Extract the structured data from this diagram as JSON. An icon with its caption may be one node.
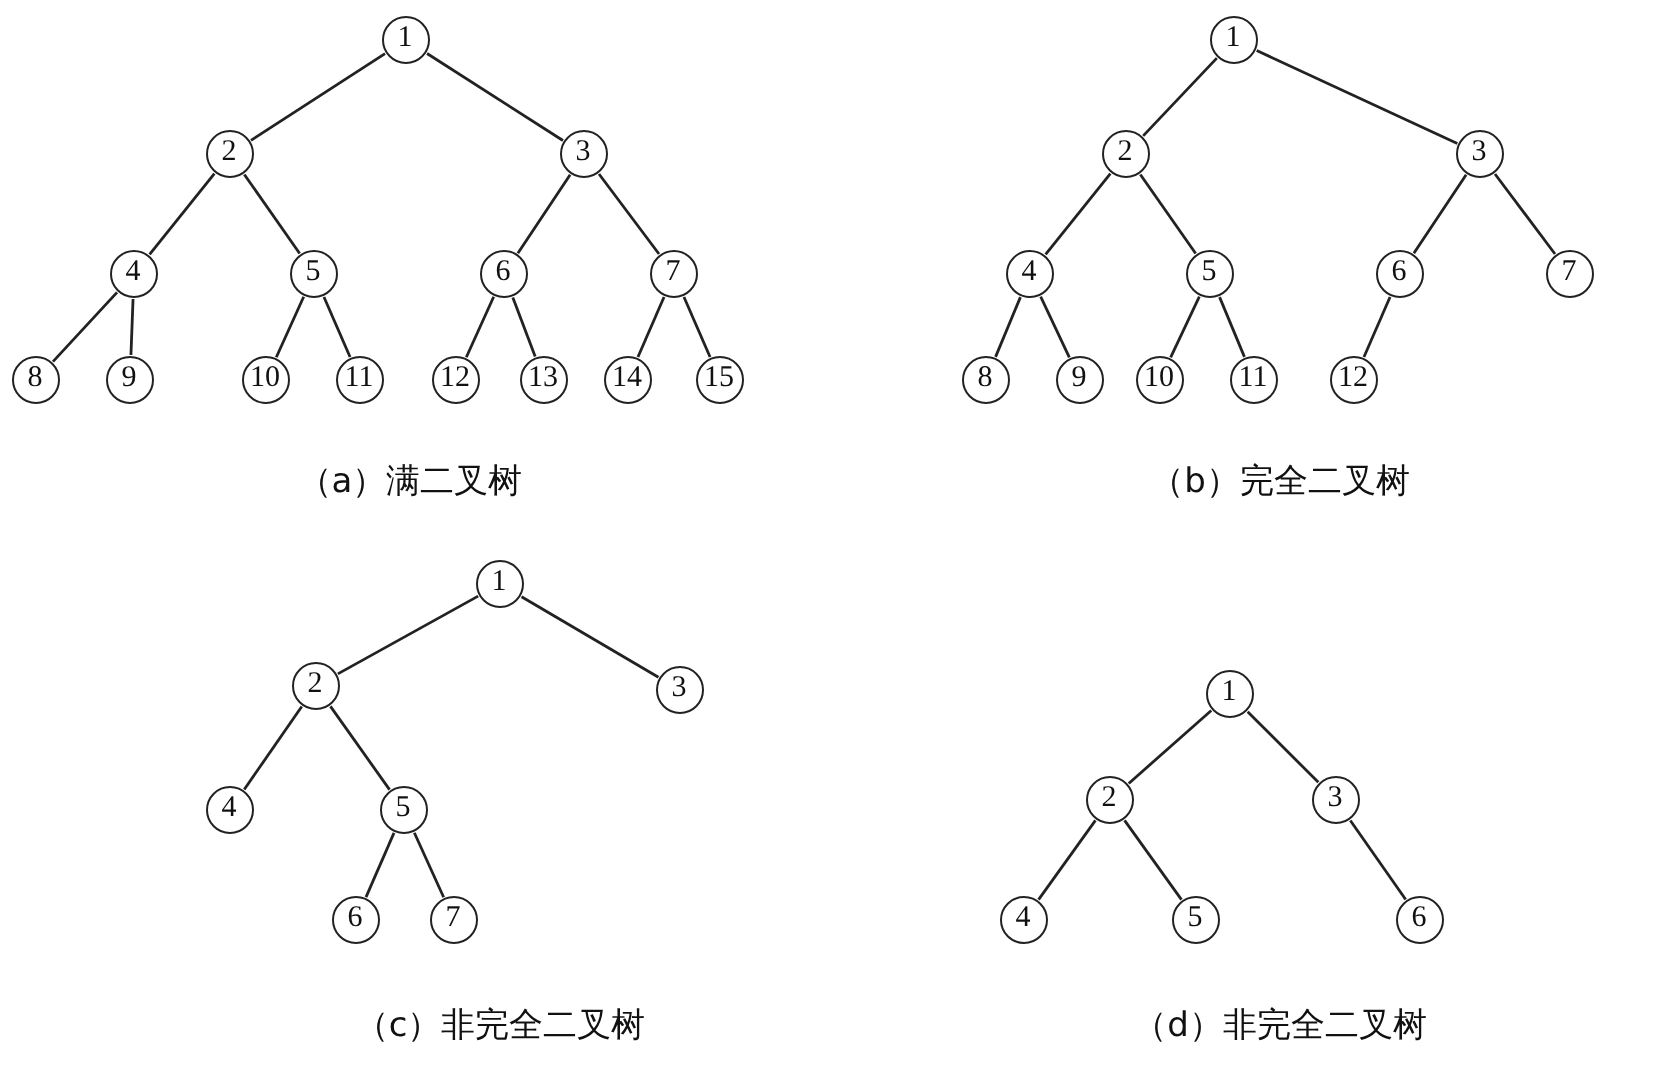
{
  "diagram": {
    "nodes": [
      {
        "text": [
          "1"
        ]
      },
      {
        "text": [
          "2"
        ]
      },
      {
        "text": [
          "3"
        ]
      },
      {
        "text": [
          "4"
        ]
      },
      {
        "text": [
          "5"
        ]
      },
      {
        "text": [
          "6"
        ]
      },
      {
        "text": [
          "7"
        ]
      },
      {
        "text": [
          "8"
        ]
      },
      {
        "text": [
          "9"
        ]
      },
      {
        "text": [
          "10"
        ]
      },
      {
        "text": [
          "11"
        ]
      },
      {
        "text": [
          "12"
        ]
      },
      {
        "text": [
          "13"
        ]
      },
      {
        "text": [
          "14"
        ]
      },
      {
        "text": [
          "15"
        ]
      },
      {
        "text": [
          "1"
        ]
      },
      {
        "text": [
          "2"
        ]
      },
      {
        "text": [
          "3"
        ]
      },
      {
        "text": [
          "4"
        ]
      },
      {
        "text": [
          "5"
        ]
      },
      {
        "text": [
          "6"
        ]
      },
      {
        "text": [
          "7"
        ]
      },
      {
        "text": [
          "8"
        ]
      },
      {
        "text": [
          "9"
        ]
      },
      {
        "text": [
          "10"
        ]
      },
      {
        "text": [
          "11"
        ]
      },
      {
        "text": [
          "12"
        ]
      },
      {
        "text": [
          "1"
        ]
      },
      {
        "text": [
          "2"
        ]
      },
      {
        "text": [
          "3"
        ]
      },
      {
        "text": [
          "4"
        ]
      },
      {
        "text": [
          "5"
        ]
      },
      {
        "text": [
          "6"
        ]
      },
      {
        "text": [
          "7"
        ]
      },
      {
        "text": [
          "1"
        ]
      },
      {
        "text": [
          "2"
        ]
      },
      {
        "text": [
          "3"
        ]
      },
      {
        "text": [
          "4"
        ]
      },
      {
        "text": [
          "5"
        ]
      },
      {
        "text": [
          "6"
        ]
      }
    ],
    "edges": [
      {
        "from": 0,
        "to": 1,
        "arrow": "none"
      },
      {
        "from": 0,
        "to": 2,
        "arrow": "none"
      },
      {
        "from": 1,
        "to": 3,
        "arrow": "none"
      },
      {
        "from": 1,
        "to": 4,
        "arrow": "none"
      },
      {
        "from": 2,
        "to": 5,
        "arrow": "none"
      },
      {
        "from": 2,
        "to": 6,
        "arrow": "none"
      },
      {
        "from": 3,
        "to": 7,
        "arrow": "none"
      },
      {
        "from": 3,
        "to": 8,
        "arrow": "none"
      },
      {
        "from": 4,
        "to": 9,
        "arrow": "none"
      },
      {
        "from": 4,
        "to": 10,
        "arrow": "none"
      },
      {
        "from": 5,
        "to": 11,
        "arrow": "none"
      },
      {
        "from": 5,
        "to": 12,
        "arrow": "none"
      },
      {
        "from": 6,
        "to": 13,
        "arrow": "none"
      },
      {
        "from": 6,
        "to": 14,
        "arrow": "none"
      },
      {
        "from": 15,
        "to": 16,
        "arrow": "none"
      },
      {
        "from": 15,
        "to": 17,
        "arrow": "none"
      },
      {
        "from": 16,
        "to": 18,
        "arrow": "none"
      },
      {
        "from": 16,
        "to": 19,
        "arrow": "none"
      },
      {
        "from": 17,
        "to": 20,
        "arrow": "none"
      },
      {
        "from": 17,
        "to": 21,
        "arrow": "none"
      },
      {
        "from": 18,
        "to": 22,
        "arrow": "none"
      },
      {
        "from": 18,
        "to": 23,
        "arrow": "none"
      },
      {
        "from": 19,
        "to": 24,
        "arrow": "none"
      },
      {
        "from": 19,
        "to": 25,
        "arrow": "none"
      },
      {
        "from": 20,
        "to": 26,
        "arrow": "none"
      },
      {
        "from": 27,
        "to": 28,
        "arrow": "none"
      },
      {
        "from": 27,
        "to": 29,
        "arrow": "none"
      },
      {
        "from": 28,
        "to": 30,
        "arrow": "none"
      },
      {
        "from": 28,
        "to": 31,
        "arrow": "none"
      },
      {
        "from": 31,
        "to": 32,
        "arrow": "none"
      },
      {
        "from": 31,
        "to": 33,
        "arrow": "none"
      },
      {
        "from": 34,
        "to": 35,
        "arrow": "none"
      },
      {
        "from": 34,
        "to": 36,
        "arrow": "none"
      },
      {
        "from": 35,
        "to": 37,
        "arrow": "none"
      },
      {
        "from": 35,
        "to": 38,
        "arrow": "none"
      },
      {
        "from": 36,
        "to": 39,
        "arrow": "none"
      }
    ],
    "labels": [
      "（a）满二叉树",
      "（b）完全二叉树",
      "（c）非完全二叉树",
      "（d）非完全二叉树"
    ]
  }
}
